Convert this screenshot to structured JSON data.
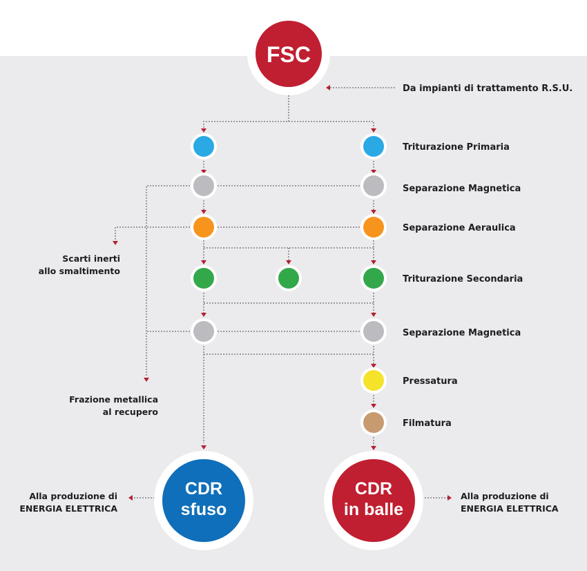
{
  "nodes": {
    "fsc": {
      "label": "FSC",
      "color": "#c01f31"
    },
    "cdr_sfuso": {
      "line1": "CDR",
      "line2": "sfuso",
      "color": "#0f6fba"
    },
    "cdr_balle": {
      "line1": "CDR",
      "line2": "in balle",
      "color": "#c01f31"
    }
  },
  "colors": {
    "trituration_primary": "#2aa9e5",
    "magnetic_separation": "#bcbcc0",
    "aeraulic_separation": "#f7941d",
    "trituration_secondary": "#33a84a",
    "pressing": "#f5e22b",
    "filming": "#c89a6f",
    "connector": "#9a9aa0",
    "arrow": "#b52132"
  },
  "labels": {
    "source": "Da impianti di trattamento R.S.U.",
    "steps": [
      "Triturazione Primaria",
      "Separazione Magnetica",
      "Separazione Aeraulica",
      "Triturazione Secondaria",
      "Separazione Magnetica",
      "Pressatura",
      "Filmatura"
    ],
    "inert_waste": [
      "Scarti inerti",
      "allo smaltimento"
    ],
    "metal_fraction": [
      "Frazione metallica",
      "al recupero"
    ],
    "energy_left": [
      "Alla produzione di",
      "ENERGIA ELETTRICA"
    ],
    "energy_right": [
      "Alla produzione di",
      "ENERGIA ELETTRICA"
    ]
  }
}
